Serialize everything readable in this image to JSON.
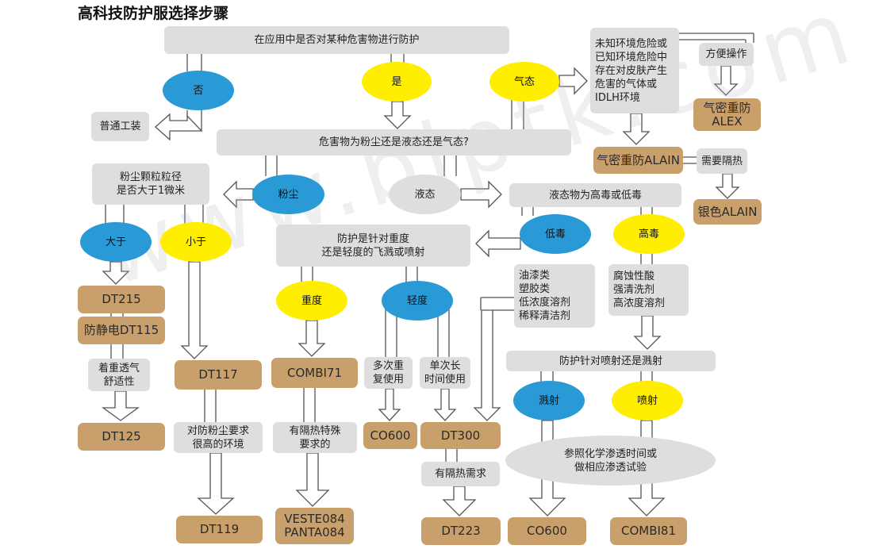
{
  "title": "高科技防护服选择步骤",
  "watermark": "www.bjptk.com",
  "colors": {
    "blue": "#2a9ad6",
    "yellow": "#ffee00",
    "grey": "#dedede",
    "tan": "#c9a06b",
    "arrow_stroke": "#555555"
  },
  "nodes": {
    "q_apply": "在应用中是否对某种危害物进行防护",
    "no": "否",
    "yes": "是",
    "gas_top": "气态",
    "ordinary": "普通工装",
    "unknown_env": "未知环境危险或\n已知环境危险中\n存在对皮肤产生\n危害的气体或\nIDLH环境",
    "convenient": "方便操作",
    "alex": "气密重防\nALEX",
    "alain": "气密重防ALAIN",
    "need_heat": "需要隔热",
    "silver_alain": "银色ALAIN",
    "q_state": "危害物为粉尘还是液态还是气态?",
    "q_particle": "粉尘颗粒粒径\n是否大于1微米",
    "dust": "粉尘",
    "liquid": "液态",
    "q_toxic": "液态物为高毒或低毒",
    "bigger": "大于",
    "smaller": "小于",
    "low_toxic": "低毒",
    "high_toxic": "高毒",
    "q_heavy_light": "防护是针对重度\n还是轻度的飞溅或喷射",
    "heavy": "重度",
    "light": "轻度",
    "paints": "油漆类\n塑胶类\n低浓度溶剂\n稀释清洁剂",
    "corrosive": "腐蚀性酸\n强清洗剂\n高浓度溶剂",
    "dt215": "DT215",
    "dt115": "防静电DT115",
    "breath": "着重透气\n舒适性",
    "dt125": "DT125",
    "dt117": "DT117",
    "combi71": "COMBI71",
    "multi_use": "多次重\n复使用",
    "long_use": "单次长\n时间使用",
    "co600_a": "CO600",
    "dt300": "DT300",
    "q_spray_splash": "防护针对喷射还是溅射",
    "splash": "溅射",
    "spray": "喷射",
    "high_dust_env": "对防粉尘要求\n很高的环境",
    "heat_special": "有隔热特殊\n要求的",
    "heat_need": "有隔热需求",
    "reference": "参照化学渗透时间或\n做相应渗透试验",
    "dt119": "DT119",
    "veste": "VESTE084\nPANTA084",
    "dt223": "DT223",
    "co600_b": "CO600",
    "combi81": "COMBI81"
  }
}
